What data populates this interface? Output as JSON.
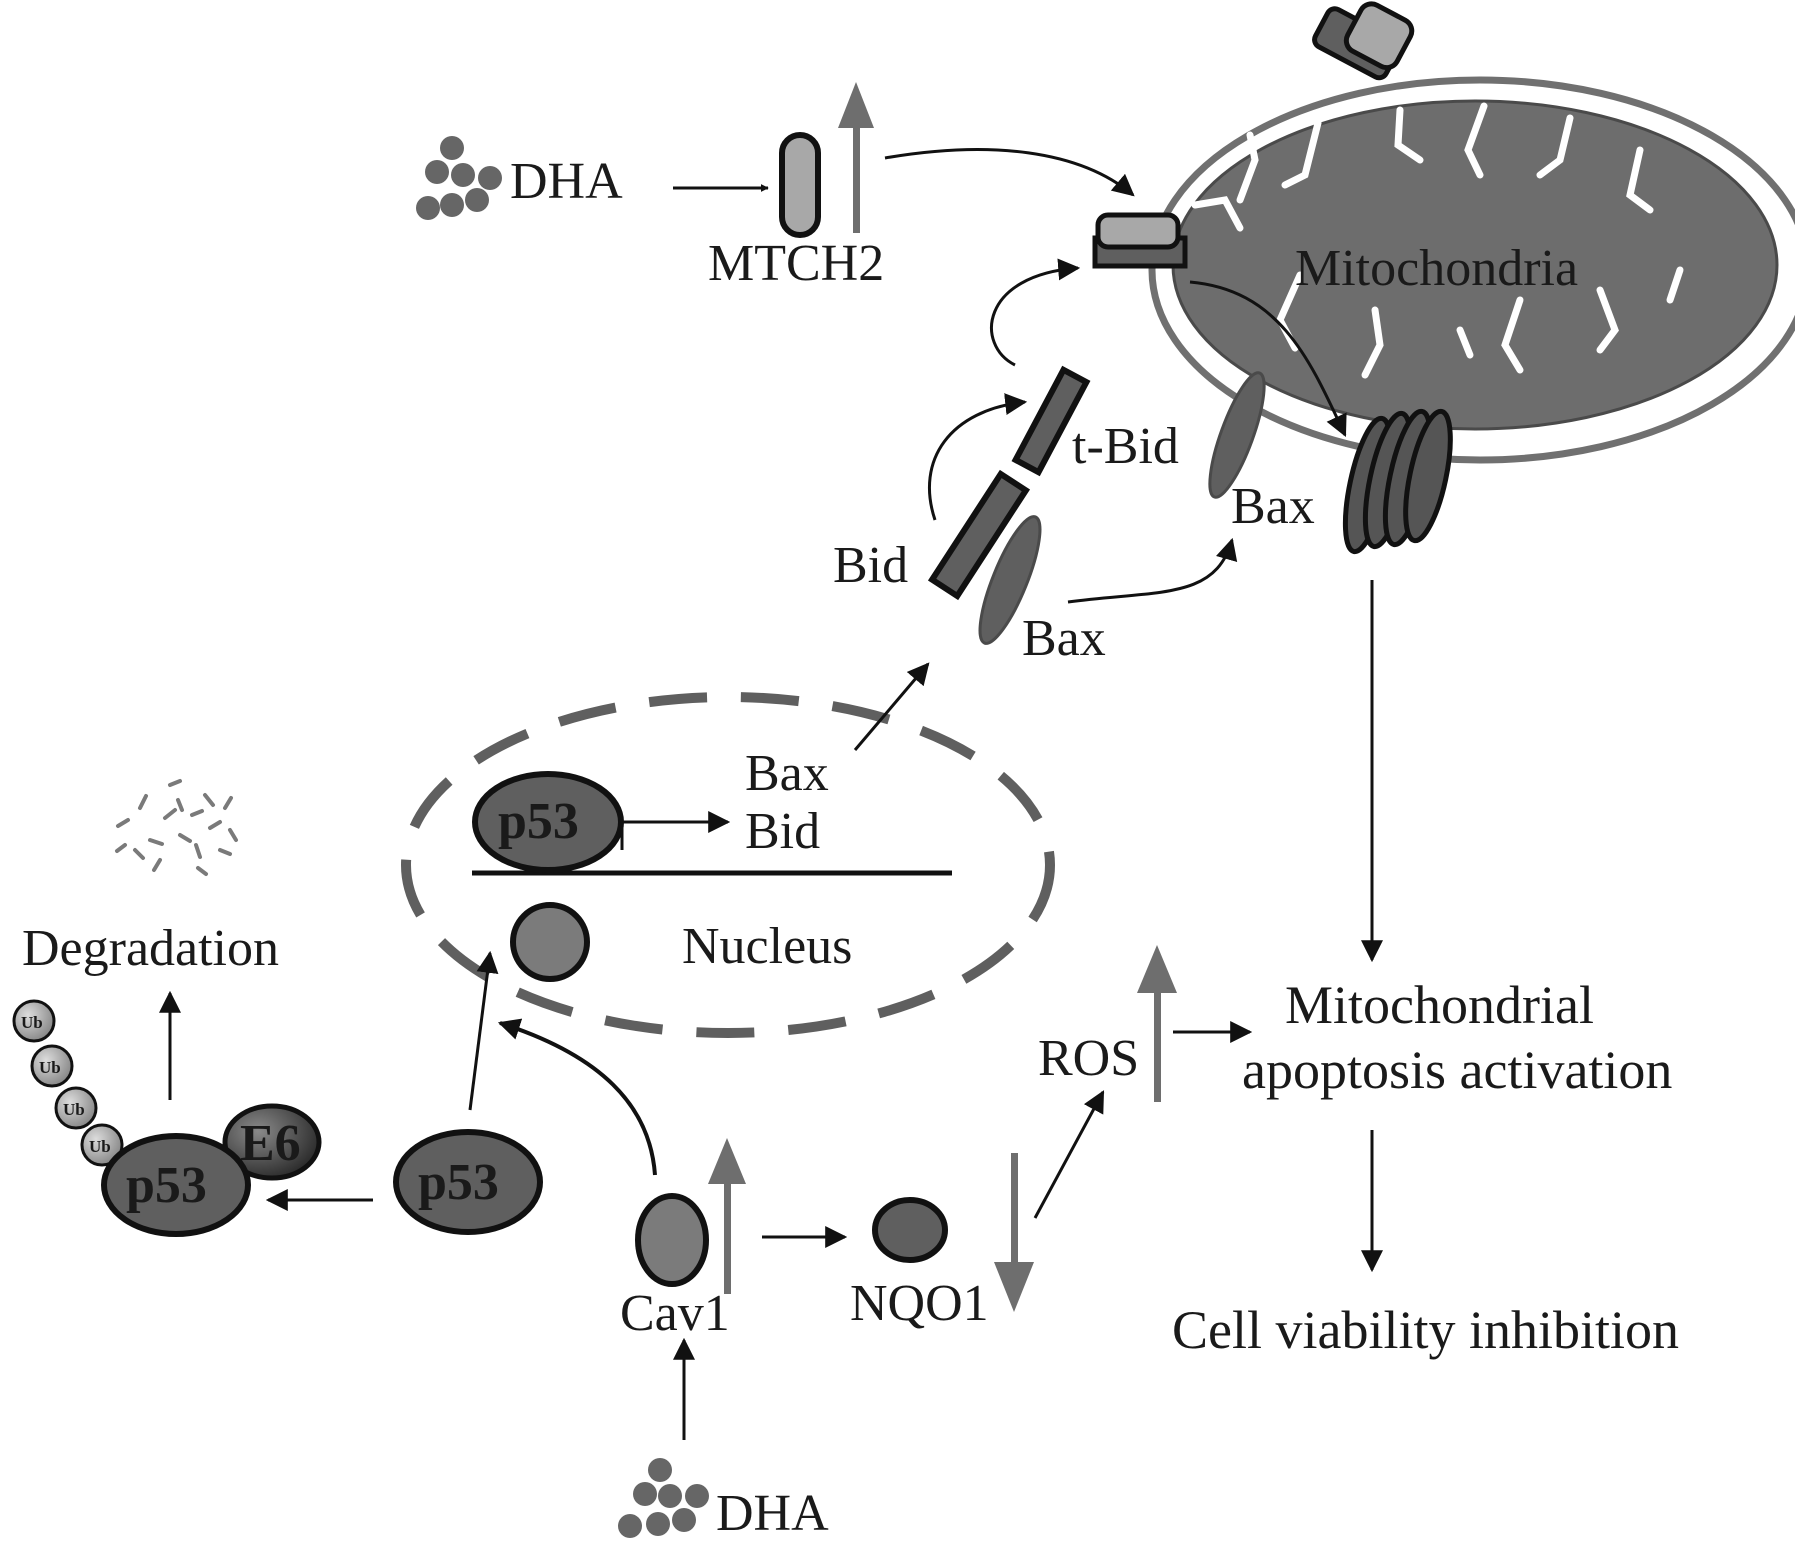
{
  "labels": {
    "dha_top": "DHA",
    "dha_bottom": "DHA",
    "mtch2": "MTCH2",
    "mitochondria": "Mitochondria",
    "t_bid": "t-Bid",
    "bax_membrane": "Bax",
    "bid": "Bid",
    "bax_cytosol": "Bax",
    "bax_gene": "Bax",
    "bid_gene": "Bid",
    "p53_nucleus": "p53",
    "nucleus": "Nucleus",
    "degradation": "Degradation",
    "p53_degraded": "p53",
    "e6": "E6",
    "ub": "Ub",
    "p53_free": "p53",
    "cav1": "Cav1",
    "nqo1": "NQO1",
    "ros": "ROS",
    "apoptosis_line1": "Mitochondrial",
    "apoptosis_line2": "apoptosis activation",
    "viability": "Cell viability inhibition"
  },
  "colors": {
    "dark_fill": "#5f5f5f",
    "medium_fill": "#7b7b7b",
    "light_fill": "#a8a8a8",
    "outline": "#111111",
    "trend_arrow": "#6e6e6e"
  }
}
